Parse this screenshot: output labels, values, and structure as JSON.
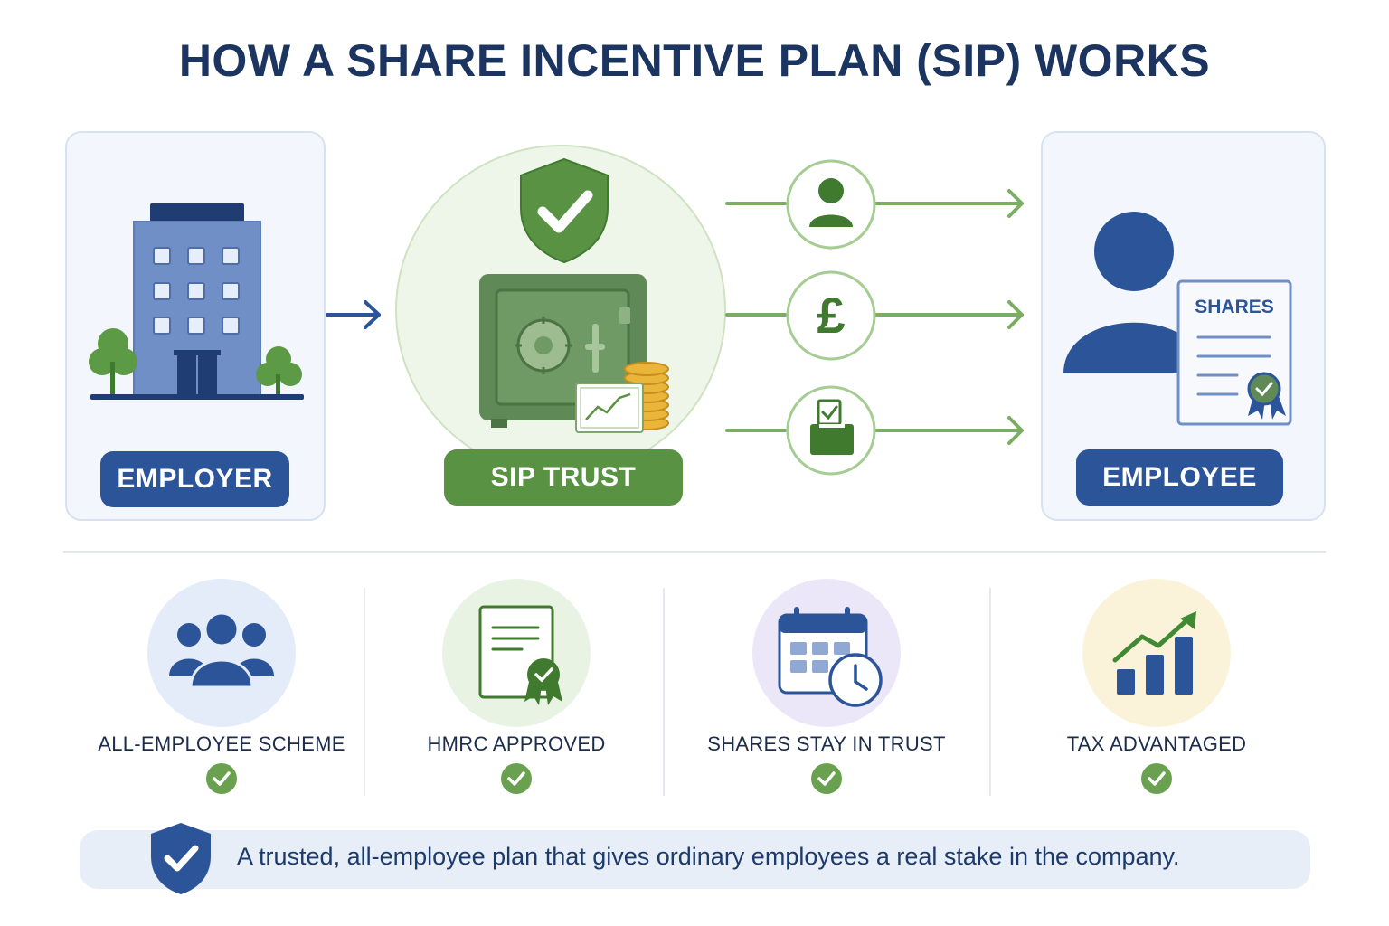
{
  "title": "HOW A SHARE INCENTIVE PLAN (SIP) WORKS",
  "employer": {
    "label": "EMPLOYER"
  },
  "trust": {
    "label": "SIP TRUST"
  },
  "employee": {
    "label": "EMPLOYEE",
    "certificate_title": "SHARES"
  },
  "flows": [
    {
      "icon": "person-icon"
    },
    {
      "icon": "pound-icon",
      "symbol": "£"
    },
    {
      "icon": "ballot-box-icon"
    }
  ],
  "features": [
    {
      "label": "ALL-EMPLOYEE SCHEME",
      "icon": "people-group-icon",
      "bg": "#e3ecf8"
    },
    {
      "label": "HMRC APPROVED",
      "icon": "certificate-icon",
      "bg": "#e9f3e4"
    },
    {
      "label": "SHARES STAY IN TRUST",
      "icon": "calendar-clock-icon",
      "bg": "#ebe7f8"
    },
    {
      "label": "TAX ADVANTAGED",
      "icon": "growth-chart-icon",
      "bg": "#fbf3d9"
    }
  ],
  "footer": {
    "text": "A trusted, all-employee plan that gives ordinary employees a real stake in the company."
  },
  "colors": {
    "navy": "#1b3560",
    "blue": "#2c5499",
    "green": "#5a9244",
    "check_green": "#6aa150"
  }
}
